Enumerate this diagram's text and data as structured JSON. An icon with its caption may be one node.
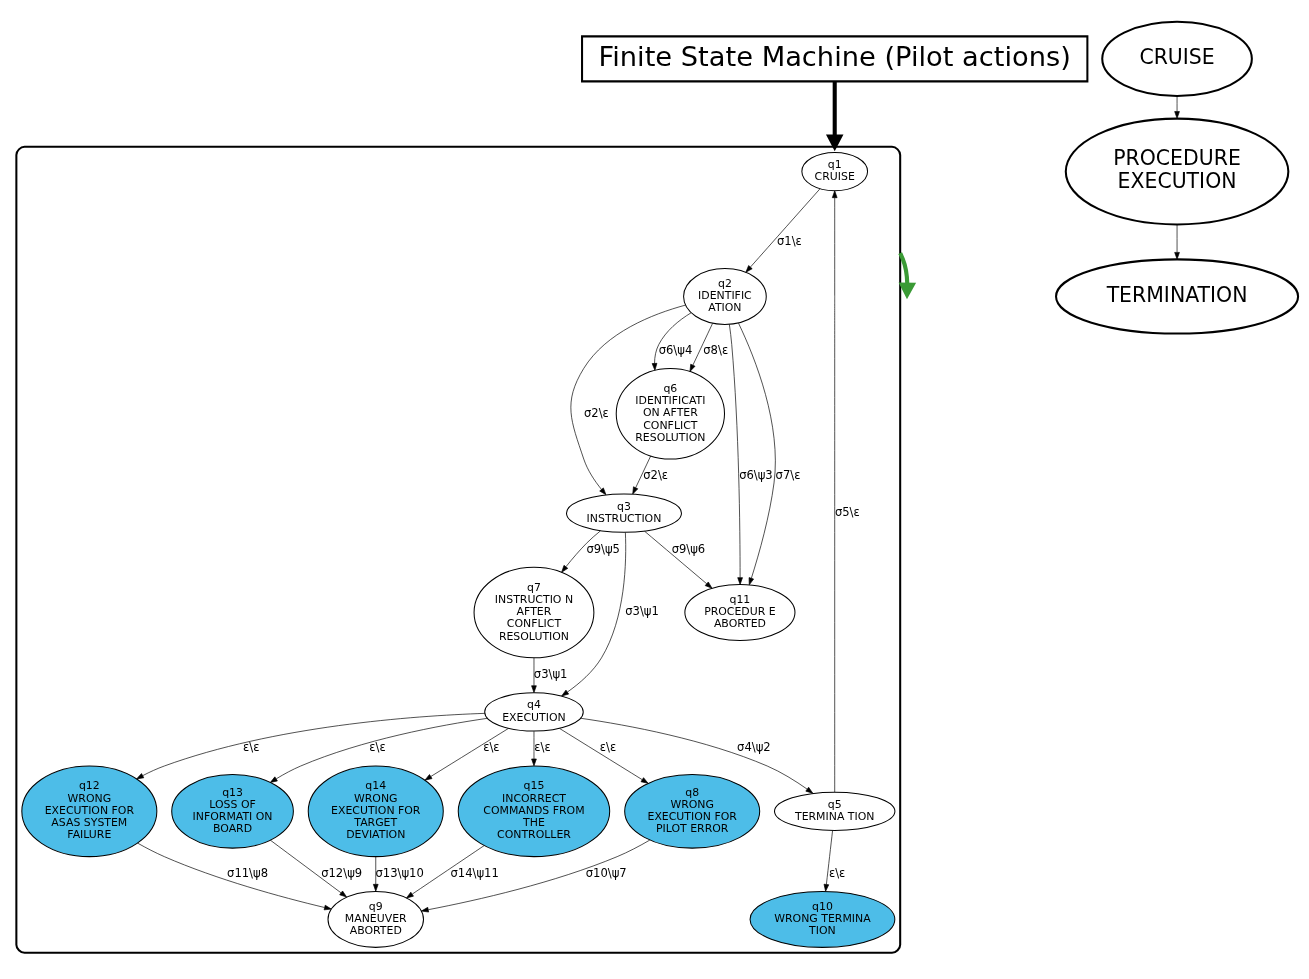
{
  "diagram": {
    "nodes": [
      {
        "text": [
          "Finite State Machine (Pilot actions)"
        ]
      },
      {
        "text": [],
        "shape": "ellipse"
      },
      {
        "text": [
          "q1",
          "CRUISE"
        ],
        "in": 1
      },
      {
        "text": [
          "q2",
          "IDENTIFIC ATION"
        ],
        "in": 1
      },
      {
        "text": [
          "q3",
          "INSTRUCTION"
        ],
        "in": 1
      },
      {
        "text": [
          "q4",
          "EXECUTION"
        ],
        "in": 1
      },
      {
        "text": [
          "q5",
          "TERMINA TION"
        ],
        "in": 1
      },
      {
        "text": [
          "q6",
          "IDENTIFICATI ON AFTER CONFLICT RESOLUTION"
        ],
        "in": 1
      },
      {
        "text": [
          "q7",
          "INSTRUCTIO N AFTER CONFLICT RESOLUTION"
        ],
        "in": 1
      },
      {
        "text": [
          "q8",
          "WRONG EXECUTION FOR PILOT ERROR"
        ],
        "in": 1
      },
      {
        "text": [
          "q9",
          "MANEUVER ABORTED"
        ],
        "in": 1
      },
      {
        "text": [
          "q10",
          "WRONG TERMINA TION"
        ],
        "in": 1
      },
      {
        "text": [
          "q11",
          "PROCEDUR E ABORTED"
        ],
        "in": 1
      },
      {
        "text": [
          "q12",
          "WRONG EXECUTION FOR ASAS SYSTEM FAILURE"
        ],
        "in": 1
      },
      {
        "text": [
          "q13",
          "LOSS OF INFORMATI ON BOARD"
        ],
        "in": 1
      },
      {
        "text": [
          "q14",
          "WRONG EXECUTION FOR TARGET DEVIATION"
        ],
        "in": 1
      },
      {
        "text": [
          "q15",
          "INCORRECT COMMANDS FROM THE CONTROLLER"
        ],
        "in": 1
      },
      {
        "text": [
          "CRUISE"
        ]
      },
      {
        "text": [
          "PROCEDURE EXECUTION"
        ]
      },
      {
        "text": [
          "TERMINATION"
        ]
      }
    ],
    "edges": [
      {
        "from": 0,
        "to": 1,
        "arrow": "to",
        "style": "thick"
      },
      {
        "from": 1,
        "to": null,
        "arrow": "to",
        "style": "thick",
        "color": "#3a9a35"
      },
      {
        "from": 17,
        "to": 18,
        "arrow": "to"
      },
      {
        "from": 18,
        "to": 19,
        "arrow": "to"
      },
      {
        "from": 2,
        "to": 3,
        "arrow": "to",
        "label": "σ1\\ε"
      },
      {
        "from": 3,
        "to": 12,
        "arrow": "to",
        "label": "σ6\\ψ3"
      },
      {
        "from": 3,
        "to": 12,
        "arrow": "to",
        "label": "σ7\\ε"
      },
      {
        "from": 4,
        "to": 12,
        "arrow": "to",
        "label": "σ9\\ψ6"
      },
      {
        "from": 3,
        "to": 4,
        "arrow": "to",
        "label": "σ2\\ε"
      },
      {
        "from": 3,
        "to": 7,
        "arrow": "to",
        "label": "σ6\\ψ4"
      },
      {
        "from": 3,
        "to": 7,
        "arrow": "to",
        "label": "σ8\\ε"
      },
      {
        "from": 7,
        "to": 4,
        "arrow": "to",
        "label": "σ2\\ε"
      },
      {
        "from": 4,
        "to": 8,
        "arrow": "to",
        "label": "σ9\\ψ5"
      },
      {
        "from": 4,
        "to": 5,
        "arrow": "to",
        "label": "σ3\\ψ1"
      },
      {
        "from": 8,
        "to": 5,
        "arrow": "to",
        "label": "σ3\\ψ1"
      },
      {
        "from": 5,
        "to": 9,
        "arrow": "to",
        "label": "ε\\ε"
      },
      {
        "from": 5,
        "to": 13,
        "arrow": "to",
        "label": "ε\\ε"
      },
      {
        "from": 5,
        "to": 14,
        "arrow": "to",
        "label": "ε\\ε"
      },
      {
        "from": 5,
        "to": 15,
        "arrow": "to",
        "label": "ε\\ε"
      },
      {
        "from": 5,
        "to": 16,
        "arrow": "to",
        "label": "ε\\ε"
      },
      {
        "from": 5,
        "to": 6,
        "arrow": "to",
        "label": "σ4\\ψ2"
      },
      {
        "from": 6,
        "to": 11,
        "arrow": "to",
        "label": "ε\\ε"
      },
      {
        "from": 6,
        "to": 2,
        "arrow": "to",
        "label": "σ5\\ε"
      },
      {
        "from": 9,
        "to": 10,
        "arrow": "to",
        "label": "σ10\\ψ7"
      },
      {
        "from": 13,
        "to": 10,
        "arrow": "to",
        "label": "σ11\\ψ8"
      },
      {
        "from": 14,
        "to": 10,
        "arrow": "to",
        "label": "σ12\\ψ9"
      },
      {
        "from": 15,
        "to": 10,
        "arrow": "to",
        "label": "σ13\\ψ10"
      },
      {
        "from": 16,
        "to": 10,
        "arrow": "to",
        "label": "σ14\\ψ11"
      }
    ]
  }
}
